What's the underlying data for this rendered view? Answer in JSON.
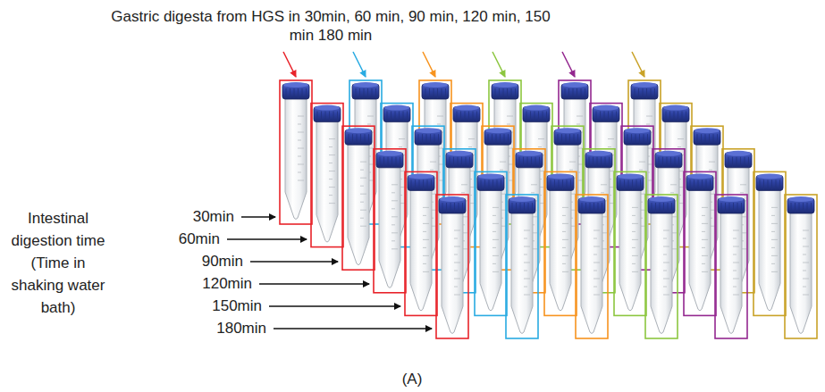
{
  "diagram": {
    "caption": "(A)",
    "labels": [
      "Gastric digesta from HGS in 30min, 60 min, 90 min, 120 min, 150 min 180 min",
      "Intestinal digestion time (Time in shaking water bath)",
      "30min",
      "60min",
      "90min",
      "120min",
      "150min",
      "180min"
    ]
  }
}
